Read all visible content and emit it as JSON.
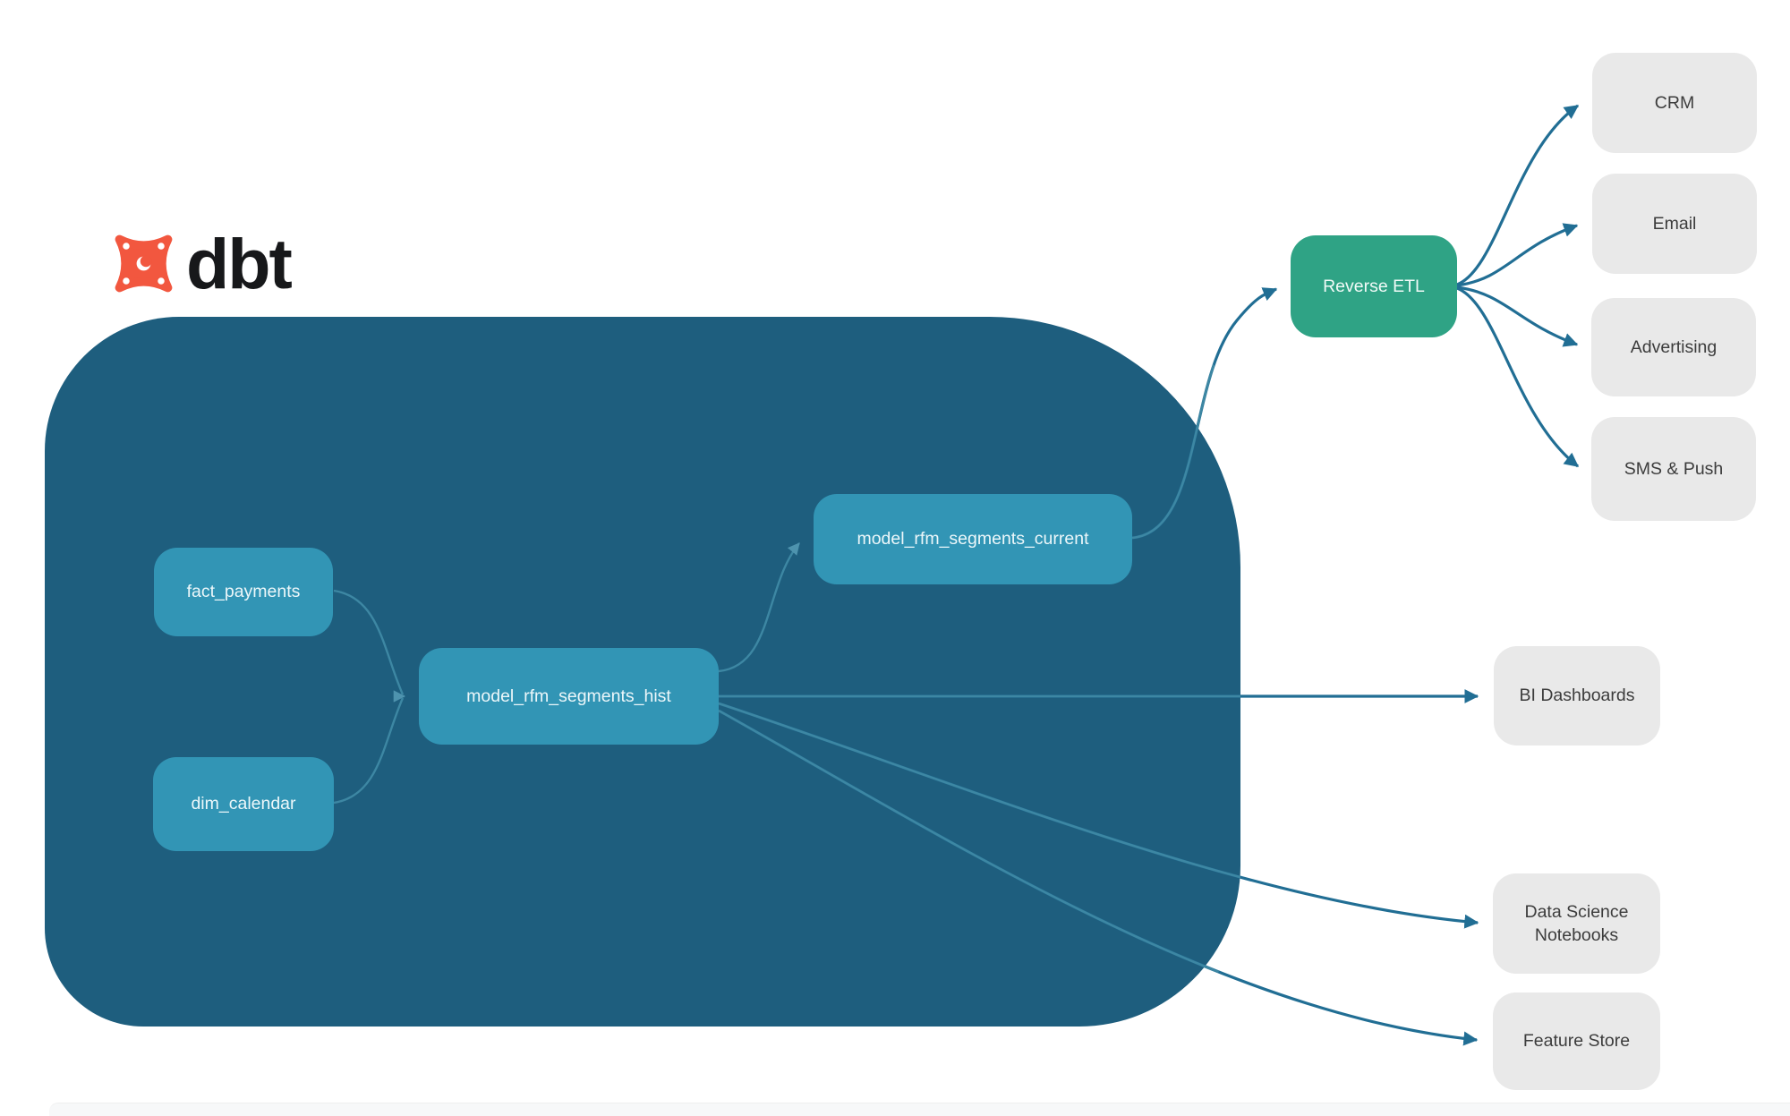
{
  "logo": {
    "text": "dbt",
    "icon": "dbt-star-icon"
  },
  "colors": {
    "logo_orange": "#F2573F",
    "container_bg": "#1E5E7E",
    "model_box": "#3295B5",
    "reverse_etl_green": "#2FA385",
    "destination_gray": "#E9E9E9",
    "edge_dark": "#216E94",
    "edge_light": "#3D87A3"
  },
  "diagram": {
    "nodes": [
      {
        "id": "fact_payments",
        "label": "fact_payments",
        "type": "model"
      },
      {
        "id": "dim_calendar",
        "label": "dim_calendar",
        "type": "model"
      },
      {
        "id": "model_rfm_segments_hist",
        "label": "model_rfm_segments_hist",
        "type": "model"
      },
      {
        "id": "model_rfm_segments_current",
        "label": "model_rfm_segments_current",
        "type": "model"
      },
      {
        "id": "reverse_etl",
        "label": "Reverse ETL",
        "type": "tool"
      },
      {
        "id": "crm",
        "label": "CRM",
        "type": "destination"
      },
      {
        "id": "email",
        "label": "Email",
        "type": "destination"
      },
      {
        "id": "advertising",
        "label": "Advertising",
        "type": "destination"
      },
      {
        "id": "sms_push",
        "label": "SMS & Push",
        "type": "destination"
      },
      {
        "id": "bi_dashboards",
        "label": "BI Dashboards",
        "type": "destination"
      },
      {
        "id": "ds_notebooks",
        "label": "Data Science Notebooks",
        "type": "destination"
      },
      {
        "id": "feature_store",
        "label": "Feature Store",
        "type": "destination"
      }
    ],
    "edges": [
      {
        "from": "fact_payments",
        "to": "model_rfm_segments_hist"
      },
      {
        "from": "dim_calendar",
        "to": "model_rfm_segments_hist"
      },
      {
        "from": "model_rfm_segments_hist",
        "to": "model_rfm_segments_current"
      },
      {
        "from": "model_rfm_segments_current",
        "to": "reverse_etl"
      },
      {
        "from": "reverse_etl",
        "to": "crm"
      },
      {
        "from": "reverse_etl",
        "to": "email"
      },
      {
        "from": "reverse_etl",
        "to": "advertising"
      },
      {
        "from": "reverse_etl",
        "to": "sms_push"
      },
      {
        "from": "model_rfm_segments_hist",
        "to": "bi_dashboards"
      },
      {
        "from": "model_rfm_segments_hist",
        "to": "ds_notebooks"
      },
      {
        "from": "model_rfm_segments_hist",
        "to": "feature_store"
      }
    ]
  }
}
